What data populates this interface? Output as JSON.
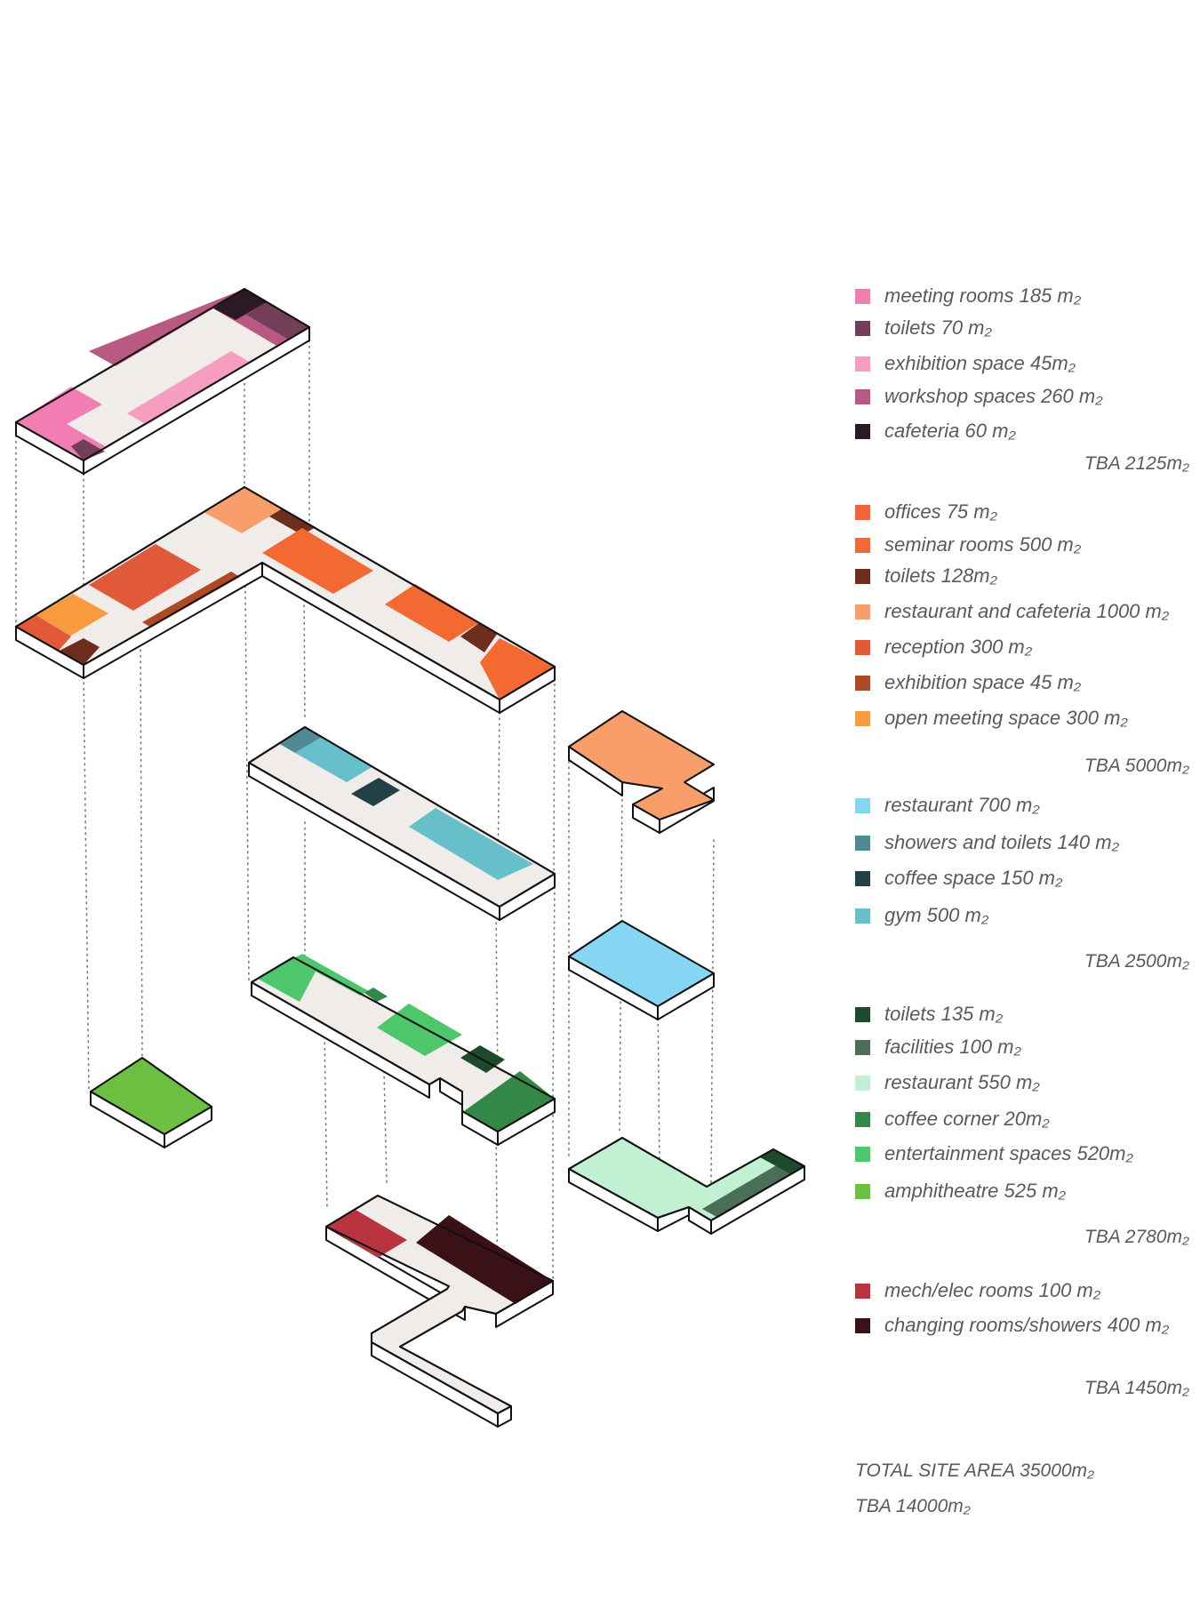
{
  "legend_groups": [
    {
      "items": [
        {
          "label": "meeting rooms  185 m₂",
          "color": "#f27db3"
        },
        {
          "label": "toilets   70 m₂",
          "color": "#733e57"
        },
        {
          "label": "exhibition space  45m₂",
          "color": "#f59ec0"
        },
        {
          "label": "workshop spaces   260 m₂",
          "color": "#b85982"
        },
        {
          "label": "cafeteria   60 m₂",
          "color": "#2b1925"
        }
      ],
      "tba": "TBA 2125m₂"
    },
    {
      "items": [
        {
          "label": "offices 75 m₂",
          "color": "#f2643a"
        },
        {
          "label": "seminar rooms 500 m₂",
          "color": "#f26a32"
        },
        {
          "label": "toilets   128m₂",
          "color": "#6e2e1e"
        },
        {
          "label": "restaurant and cafeteria    1000 m₂",
          "color": "#f89e6a"
        },
        {
          "label": "reception  300 m₂",
          "color": "#e05a3a"
        },
        {
          "label": "exhibition space 45 m₂",
          "color": "#ad4a24"
        },
        {
          "label": "open meeting space 300 m₂",
          "color": "#f89a3e"
        }
      ],
      "tba": "TBA 5000m₂"
    },
    {
      "items": [
        {
          "label": "restaurant  700 m₂",
          "color": "#85d6f2"
        },
        {
          "label": "showers and toilets 140 m₂",
          "color": "#4d8a93"
        },
        {
          "label": "coffee space 150 m₂",
          "color": "#234047"
        },
        {
          "label": "gym  500 m₂",
          "color": "#67bfc9"
        }
      ],
      "tba": "TBA 2500m₂"
    },
    {
      "items": [
        {
          "label": "toilets    135 m₂",
          "color": "#1d4a2a"
        },
        {
          "label": "facilities  100 m₂",
          "color": "#4b6e56"
        },
        {
          "label": "restaurant    550 m₂",
          "color": "#c1f0d2"
        },
        {
          "label": "coffee corner 20m₂",
          "color": "#338848"
        },
        {
          "label": "entertainment spaces  520m₂",
          "color": "#4ec66b"
        },
        {
          "label": "amphitheatre 525 m₂",
          "color": "#6cbf40"
        }
      ],
      "tba": "TBA 2780m₂"
    },
    {
      "items": [
        {
          "label": "mech/elec rooms    100 m₂",
          "color": "#b83540"
        },
        {
          "label": "changing rooms/showers  400 m₂",
          "color": "#3a1116"
        }
      ],
      "tba": "TBA 1450m₂"
    }
  ],
  "totals": {
    "site_area": "TOTAL SITE AREA 35000m₂",
    "tba_total": "TBA 14000m₂"
  },
  "colors": {
    "slab_floor": "#efecea",
    "slab_edge": "#111111",
    "guide_line": "#777777"
  }
}
